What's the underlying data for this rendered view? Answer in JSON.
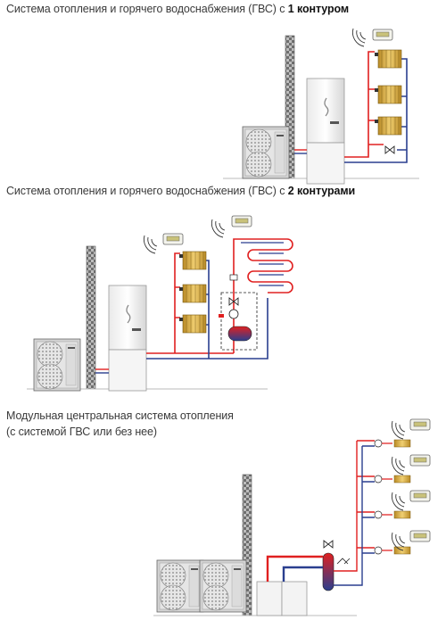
{
  "sections": [
    {
      "caption_prefix": "Система отопления и горячего водоснабжения (ГВС) с ",
      "caption_bold": "1 контуром"
    },
    {
      "caption_prefix": "Система отопления и горячего водоснабжения (ГВС) с ",
      "caption_bold": "2 контурами"
    },
    {
      "caption_line1": "Модульная центральная система отопления",
      "caption_line2": "(с системой ГВС или без нее)"
    }
  ],
  "colors": {
    "hot_pipe": "#e02020",
    "cold_pipe": "#2a3f8f",
    "radiator": "#d8a93a",
    "outdoor_unit": "#c8c8c8",
    "chimney": "#7a7a7a"
  },
  "icons": [
    "thermostat-icon",
    "radiator-icon",
    "heat-pump-outdoor-unit-icon",
    "indoor-tank-unit-icon",
    "chimney-icon",
    "underfloor-heating-icon",
    "valve-icon",
    "pump-icon",
    "buffer-tank-icon",
    "wireless-signal-icon"
  ]
}
